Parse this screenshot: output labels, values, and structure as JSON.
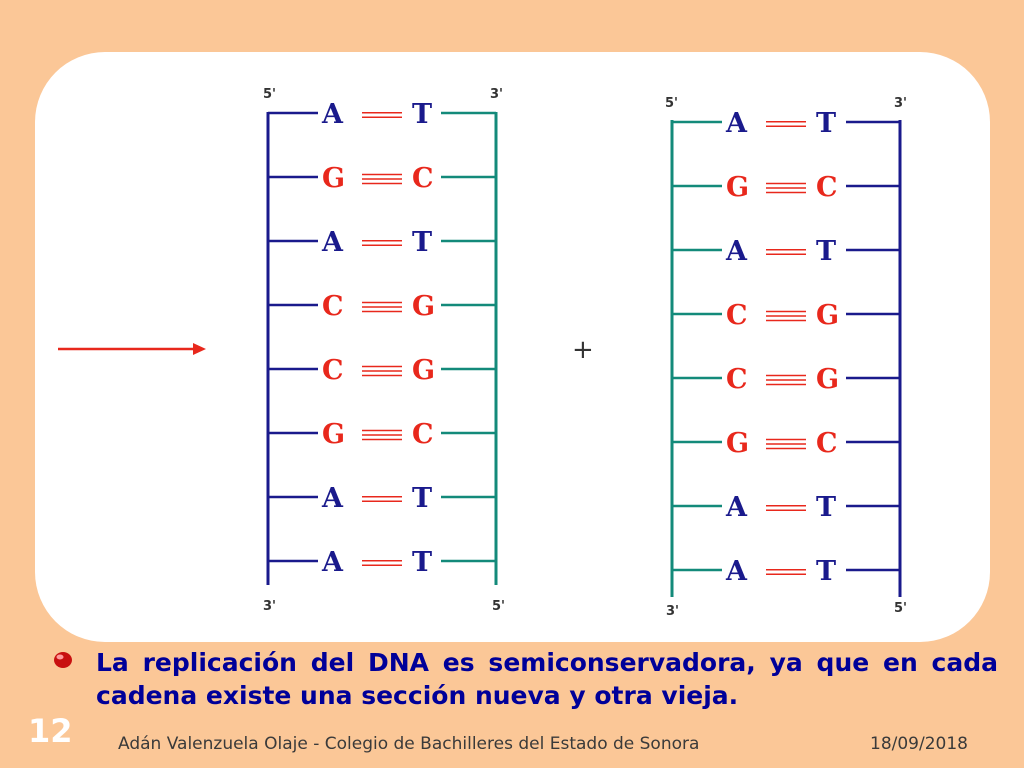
{
  "diagram": {
    "strand_labels": {
      "five_prime": "5'",
      "three_prime": "3'"
    },
    "plus_sign": "+",
    "molecules": [
      {
        "pairs": [
          {
            "left": "A",
            "right": "T"
          },
          {
            "left": "G",
            "right": "C"
          },
          {
            "left": "A",
            "right": "T"
          },
          {
            "left": "C",
            "right": "G"
          },
          {
            "left": "C",
            "right": "G"
          },
          {
            "left": "G",
            "right": "C"
          },
          {
            "left": "A",
            "right": "T"
          },
          {
            "left": "A",
            "right": "T"
          }
        ]
      },
      {
        "pairs": [
          {
            "left": "A",
            "right": "T"
          },
          {
            "left": "G",
            "right": "C"
          },
          {
            "left": "A",
            "right": "T"
          },
          {
            "left": "C",
            "right": "G"
          },
          {
            "left": "C",
            "right": "G"
          },
          {
            "left": "G",
            "right": "C"
          },
          {
            "left": "A",
            "right": "T"
          },
          {
            "left": "A",
            "right": "T"
          }
        ]
      }
    ],
    "colors": {
      "old_strand": "#1A1A8C",
      "new_strand": "#138A7A",
      "base_A_T": "#1A1A8C",
      "base_G_C": "#E8281C",
      "hydrogen_bond": "#E8281C",
      "arrow": "#E8281C"
    }
  },
  "caption": "La replicación del DNA es semiconservadora, ya que en cada cadena existe una sección nueva y otra vieja.",
  "slide_number": "12",
  "footer": {
    "author": "Adán Valenzuela Olaje - Colegio de Bachilleres del Estado de Sonora",
    "date": "18/09/2018"
  },
  "bullet_icon": "red-sphere-icon"
}
